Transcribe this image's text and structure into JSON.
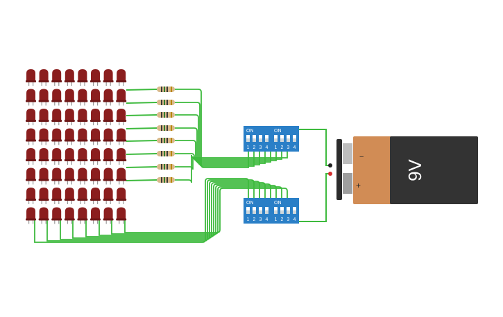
{
  "circuit": {
    "led_matrix": {
      "rows": 8,
      "cols": 8,
      "led_color": "#8b1e1e"
    },
    "resistors": {
      "count": 8
    },
    "dip_switches": [
      {
        "id": "dip-top",
        "banks": [
          {
            "on_label": "ON",
            "pins": [
              "1",
              "2",
              "3",
              "4"
            ]
          },
          {
            "on_label": "ON",
            "pins": [
              "1",
              "2",
              "3",
              "4"
            ]
          }
        ]
      },
      {
        "id": "dip-bottom",
        "banks": [
          {
            "on_label": "ON",
            "pins": [
              "1",
              "2",
              "3",
              "4"
            ]
          },
          {
            "on_label": "ON",
            "pins": [
              "1",
              "2",
              "3",
              "4"
            ]
          }
        ]
      }
    ],
    "battery": {
      "label": "9V",
      "minus_symbol": "−",
      "plus_symbol": "+",
      "body_color": "#d18c55",
      "label_color": "#333333"
    },
    "wire_color": "#3dba3d",
    "switch_color": "#2a7fc7"
  }
}
